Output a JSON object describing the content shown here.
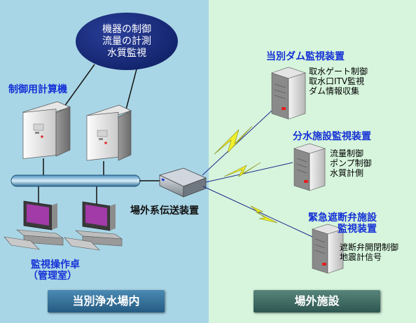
{
  "cloud": [
    "機器の制御",
    "流量の計測",
    "水質監視"
  ],
  "computer_label": "制御用計算機",
  "console_label": [
    "監視操作卓",
    "（管理室）"
  ],
  "transmitter_label": "場外系伝送装置",
  "left_panel": "当別浄水場内",
  "right_panel": "場外施設",
  "facilities": [
    {
      "title": [
        "当別ダム監視装置"
      ],
      "items": [
        "取水ゲート制御",
        "取水口ITV監視",
        "ダム情報収集"
      ]
    },
    {
      "title": [
        "分水施設監視装置"
      ],
      "items": [
        "流量制御",
        "ポンプ制御",
        "水質計側"
      ]
    },
    {
      "title": [
        "緊急遮断弁施設",
        "監視装置"
      ],
      "items": [
        "遮断弁開閉制御",
        "地震計信号"
      ]
    }
  ],
  "colors": {
    "left_bg": "#a9d6e6",
    "right_bg": "#d6f5dc",
    "label_blue": "#1531d6",
    "left_panel_bg": "#2f6f9a",
    "right_panel_bg": "#3f6b62"
  }
}
